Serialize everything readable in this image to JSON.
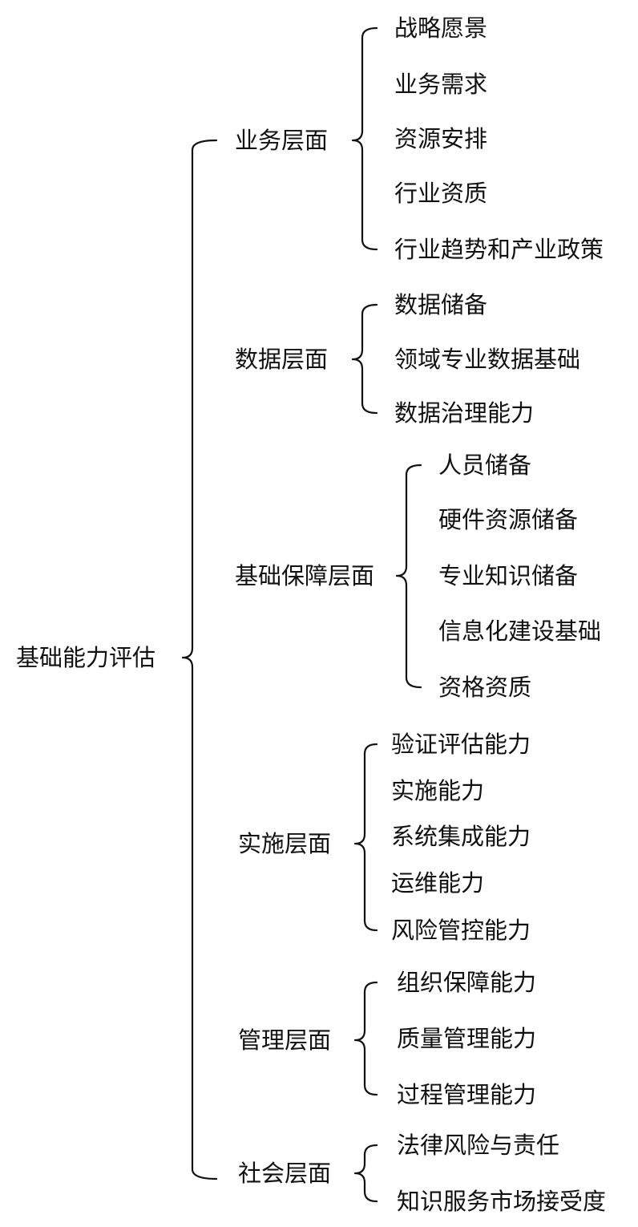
{
  "root": {
    "label": "基础能力评估"
  },
  "branches": [
    {
      "label": "业务层面",
      "children": [
        "战略愿景",
        "业务需求",
        "资源安排",
        "行业资质",
        "行业趋势和产业政策"
      ]
    },
    {
      "label": "数据层面",
      "children": [
        "数据储备",
        "领域专业数据基础",
        "数据治理能力"
      ]
    },
    {
      "label": "基础保障层面",
      "children": [
        "人员储备",
        "硬件资源储备",
        "专业知识储备",
        "信息化建设基础",
        "资格资质"
      ]
    },
    {
      "label": "实施层面",
      "children": [
        "验证评估能力",
        "实施能力",
        "系统集成能力",
        "运维能力",
        "风险管控能力"
      ]
    },
    {
      "label": "管理层面",
      "children": [
        "组织保障能力",
        "质量管理能力",
        "过程管理能力"
      ]
    },
    {
      "label": "社会层面",
      "children": [
        "法律风险与责任",
        "知识服务市场接受度"
      ]
    }
  ]
}
